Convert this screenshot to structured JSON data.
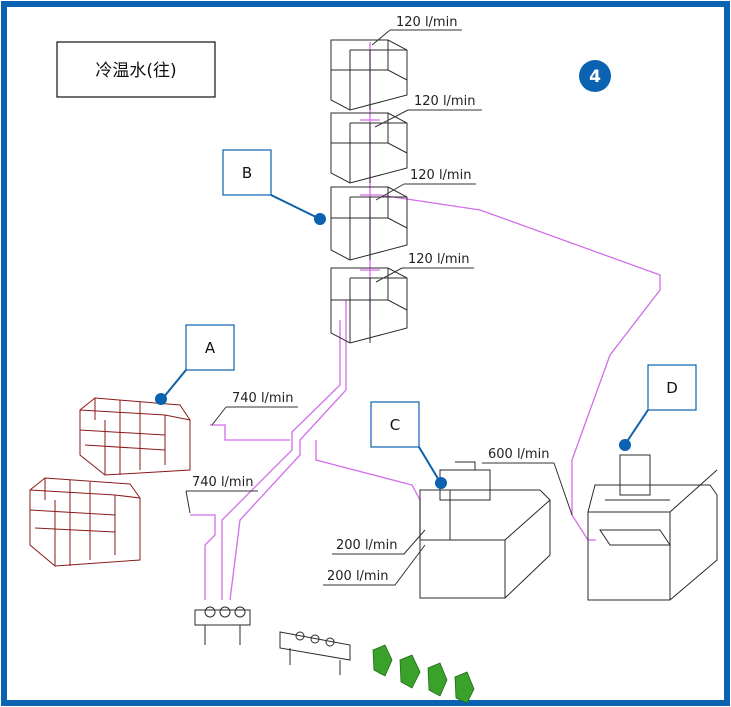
{
  "title": "冷温水(往)",
  "badge": "4",
  "callouts": {
    "a": "A",
    "b": "B",
    "c": "C",
    "d": "D"
  },
  "flows": {
    "f1": "120 l/min",
    "f2": "120 l/min",
    "f3": "120 l/min",
    "f4": "120 l/min",
    "f5": "740 l/min",
    "f6": "740 l/min",
    "f7": "600 l/min",
    "f8": "200 l/min",
    "f9": "200 l/min"
  },
  "colors": {
    "frame": "#0a62b0",
    "badge": "#0a62b0",
    "pipe": "#d16ee8",
    "equipment_red": "#8b1a1a",
    "pump_green": "#3aa12a"
  }
}
